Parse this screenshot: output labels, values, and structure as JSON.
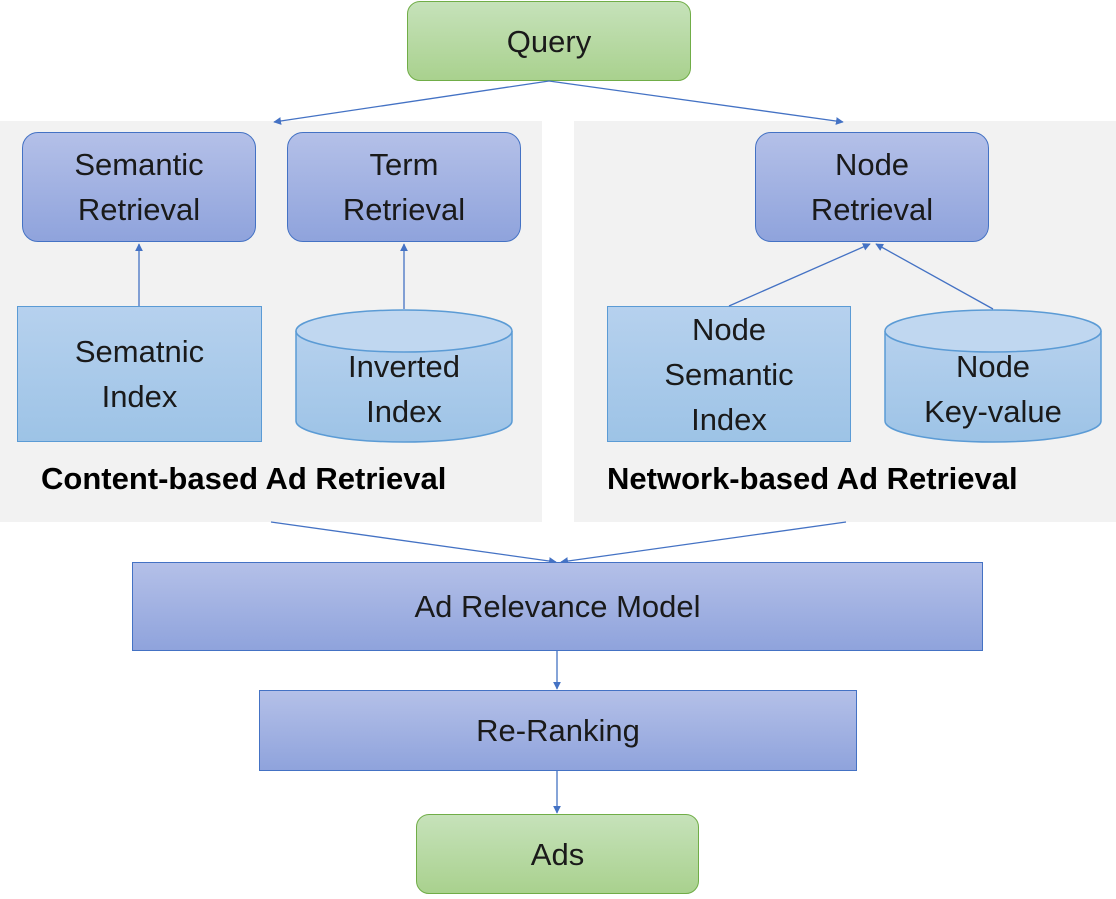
{
  "query": {
    "label": "Query"
  },
  "content_panel": {
    "title": "Content-based Ad Retrieval",
    "semantic_retrieval": [
      "Semantic",
      "Retrieval"
    ],
    "term_retrieval": [
      "Term",
      "Retrieval"
    ],
    "semantic_index": [
      "Sematnic",
      "Index"
    ],
    "inverted_index": [
      "Inverted",
      "Index"
    ]
  },
  "network_panel": {
    "title": "Network-based Ad Retrieval",
    "node_retrieval": [
      "Node",
      "Retrieval"
    ],
    "node_semantic_index": [
      "Node",
      "Semantic",
      "Index"
    ],
    "node_key_value": [
      "Node",
      "Key-value"
    ]
  },
  "relevance_model": {
    "label": "Ad Relevance Model"
  },
  "re_ranking": {
    "label": "Re-Ranking"
  },
  "ads": {
    "label": "Ads"
  },
  "colors": {
    "arrow": "#4472c4",
    "terminal_fill": "#a9d18e",
    "process_fill": "#8fa3dc",
    "index_fill": "#9dc3e6",
    "panel_fill": "#f2f2f2"
  }
}
